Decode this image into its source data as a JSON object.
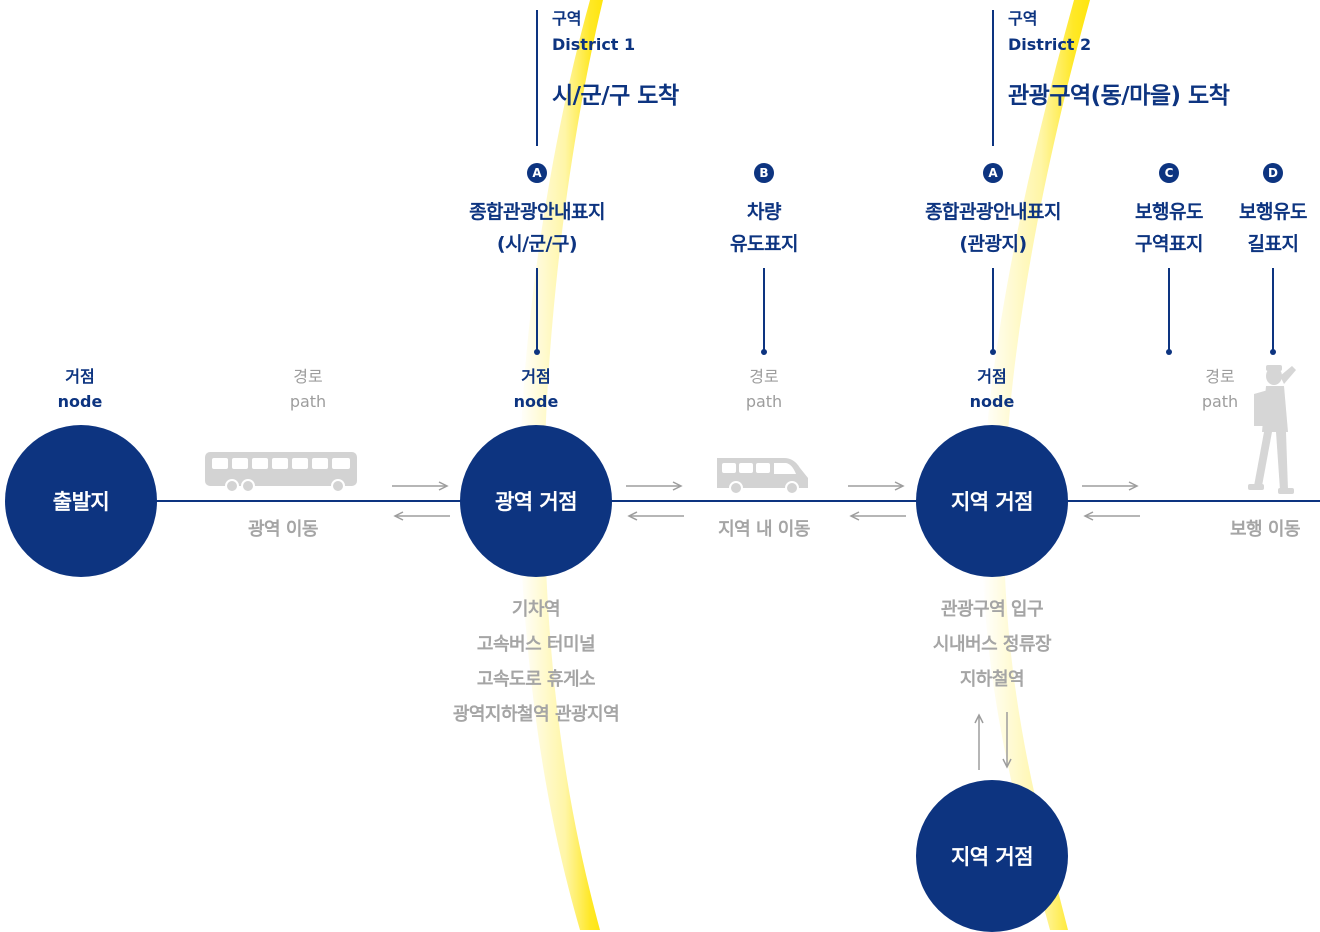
{
  "colors": {
    "navy": "#0d3480",
    "gray": "#a5a5a5",
    "yellow": "#ffe400"
  },
  "districts": [
    {
      "small": "구역",
      "en": "District 1",
      "title": "시/군/구 도착"
    },
    {
      "small": "구역",
      "en": "District 2",
      "title": "관광구역(동/마을) 도착"
    }
  ],
  "signs": {
    "A1": {
      "badge": "A",
      "line1": "종합관광안내표지",
      "line2": "(시/군/구)"
    },
    "B": {
      "badge": "B",
      "line1": "차량",
      "line2": "유도표지"
    },
    "A2": {
      "badge": "A",
      "line1": "종합관광안내표지",
      "line2": "(관광지)"
    },
    "C": {
      "badge": "C",
      "line1": "보행유도",
      "line2": "구역표지"
    },
    "D": {
      "badge": "D",
      "line1": "보행유도",
      "line2": "길표지"
    }
  },
  "node_label": {
    "ko": "거점",
    "en": "node"
  },
  "path_label": {
    "ko": "경로",
    "en": "path"
  },
  "nodes": {
    "start": "출발지",
    "regional_wide": "광역 거점",
    "local": "지역 거점",
    "local_lower": "지역 거점"
  },
  "moves": {
    "wide": "광역 이동",
    "in_region": "지역 내 이동",
    "walk": "보행 이동"
  },
  "places_wide": [
    "기차역",
    "고속버스 터미널",
    "고속도로 휴게소",
    "광역지하철역 관광지역"
  ],
  "places_local": [
    "관광구역 입구",
    "시내버스 정류장",
    "지하철역"
  ],
  "icons": [
    "bus-icon",
    "van-icon",
    "hiker-icon",
    "arrow-right-icon",
    "arrow-left-icon",
    "arrow-up-icon",
    "arrow-down-icon"
  ]
}
